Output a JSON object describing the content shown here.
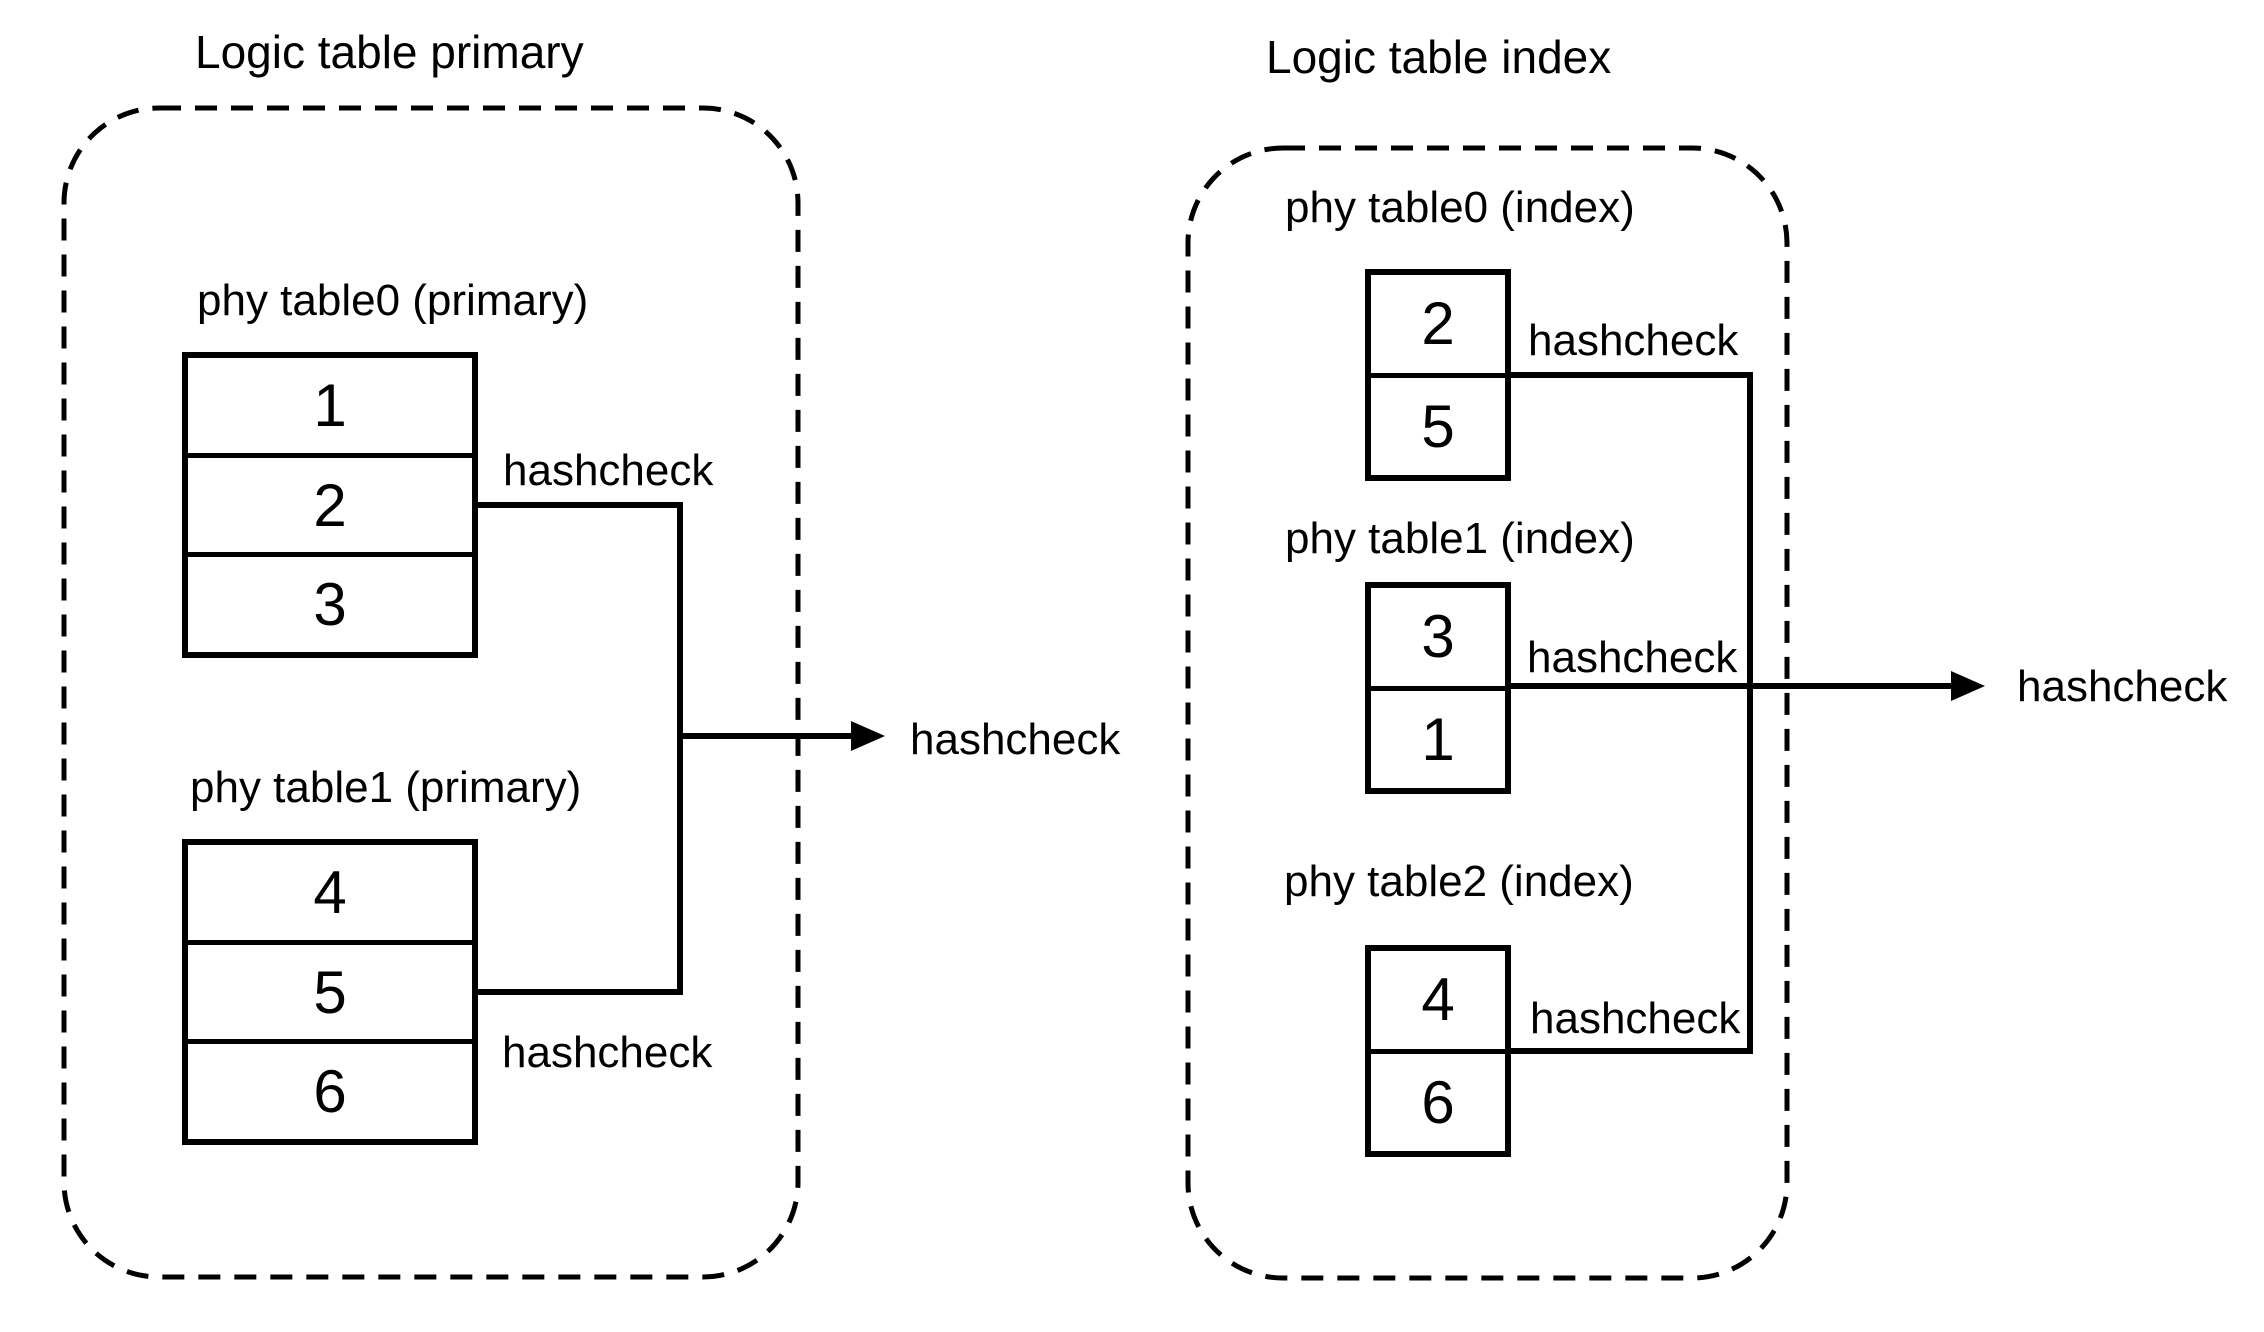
{
  "diagram": {
    "background_color": "#ffffff",
    "line_color": "#000000",
    "groups": [
      {
        "title": "Logic table primary",
        "tables": [
          {
            "label": "phy table0 (primary)",
            "cells": [
              "1",
              "2",
              "3"
            ],
            "connector_label": "hashcheck"
          },
          {
            "label": "phy table1 (primary)",
            "cells": [
              "4",
              "5",
              "6"
            ],
            "connector_label": "hashcheck"
          }
        ],
        "arrow_label": "hashcheck"
      },
      {
        "title": "Logic table index",
        "tables": [
          {
            "label": "phy table0 (index)",
            "cells": [
              "2",
              "5"
            ],
            "connector_label": "hashcheck"
          },
          {
            "label": "phy table1 (index)",
            "cells": [
              "3",
              "1"
            ],
            "connector_label": "hashcheck"
          },
          {
            "label": "phy table2 (index)",
            "cells": [
              "4",
              "6"
            ],
            "connector_label": "hashcheck"
          }
        ],
        "arrow_label": "hashcheck"
      }
    ]
  }
}
